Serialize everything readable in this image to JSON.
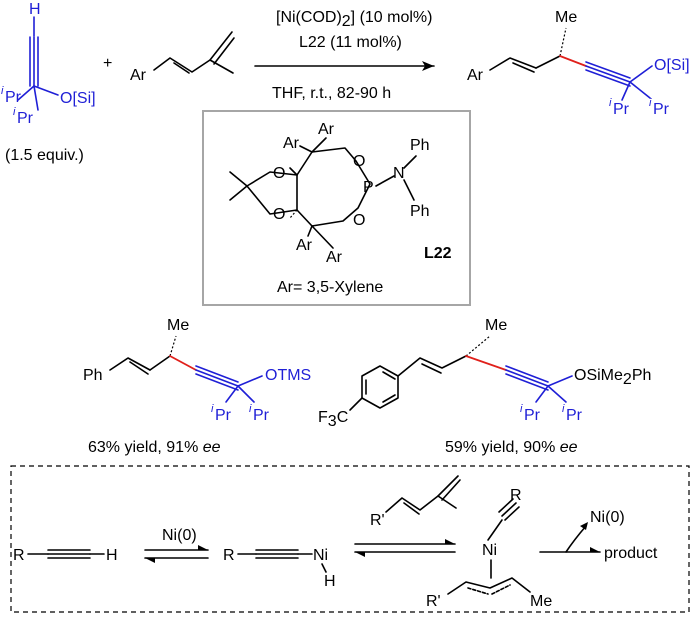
{
  "reaction": {
    "alkyne": {
      "h_label": "H",
      "o_label": "O[Si]",
      "ipr1": "Pr",
      "ipr2": "Pr",
      "ipr_sup": "i",
      "equiv": "(1.5 equiv.)"
    },
    "plus": "+",
    "diene_ar": "Ar",
    "conditions": {
      "catalyst_a": "[Ni(COD)",
      "catalyst_sub": "2",
      "catalyst_b": "] (10 mol%)",
      "ligand": "L22",
      "ligand_rest": " (11 mol%)",
      "solvent": "THF, r.t., 82-90 h"
    },
    "product": {
      "ar": "Ar",
      "me": "Me",
      "o_label": "O[Si]",
      "ipr1": "Pr",
      "ipr2": "Pr",
      "ipr_sup": "i"
    }
  },
  "ligand_box": {
    "ar_labels": [
      "Ar",
      "Ar",
      "Ar",
      "Ar"
    ],
    "o_labels": [
      "O",
      "O",
      "O",
      "O"
    ],
    "p_label": "P",
    "n_label": "N",
    "ph_labels": [
      "Ph",
      "Ph"
    ],
    "name": "L22",
    "ar_def": "Ar= 3,5-Xylene"
  },
  "examples": [
    {
      "aryl": "Ph",
      "me": "Me",
      "silyl": "OTMS",
      "ipr_sup": "i",
      "ipr1": "Pr",
      "ipr2": "Pr",
      "yield": "63% yield, 91% ",
      "ee": "ee"
    },
    {
      "cf3_a": "F",
      "cf3_sub": "3",
      "cf3_b": "C",
      "me": "Me",
      "silyl_a": "OSiMe",
      "silyl_sub": "2",
      "silyl_b": "Ph",
      "ipr_sup": "i",
      "ipr1": "Pr",
      "ipr2": "Pr",
      "yield": "59% yield, 90% ",
      "ee": "ee"
    }
  ],
  "mechanism": {
    "r1": "R",
    "h1": "H",
    "ni0": "Ni(0)",
    "r2": "R",
    "ni1": "Ni",
    "h2": "H",
    "diene_r": "R'",
    "r3": "R",
    "ni2": "Ni",
    "r_prime2": "R'",
    "me": "Me",
    "ni0_out": "Ni(0)",
    "product": "product"
  },
  "colors": {
    "blue": "#1f1fd6",
    "red": "#e0201b",
    "box_gray": "#a6a6a6"
  }
}
